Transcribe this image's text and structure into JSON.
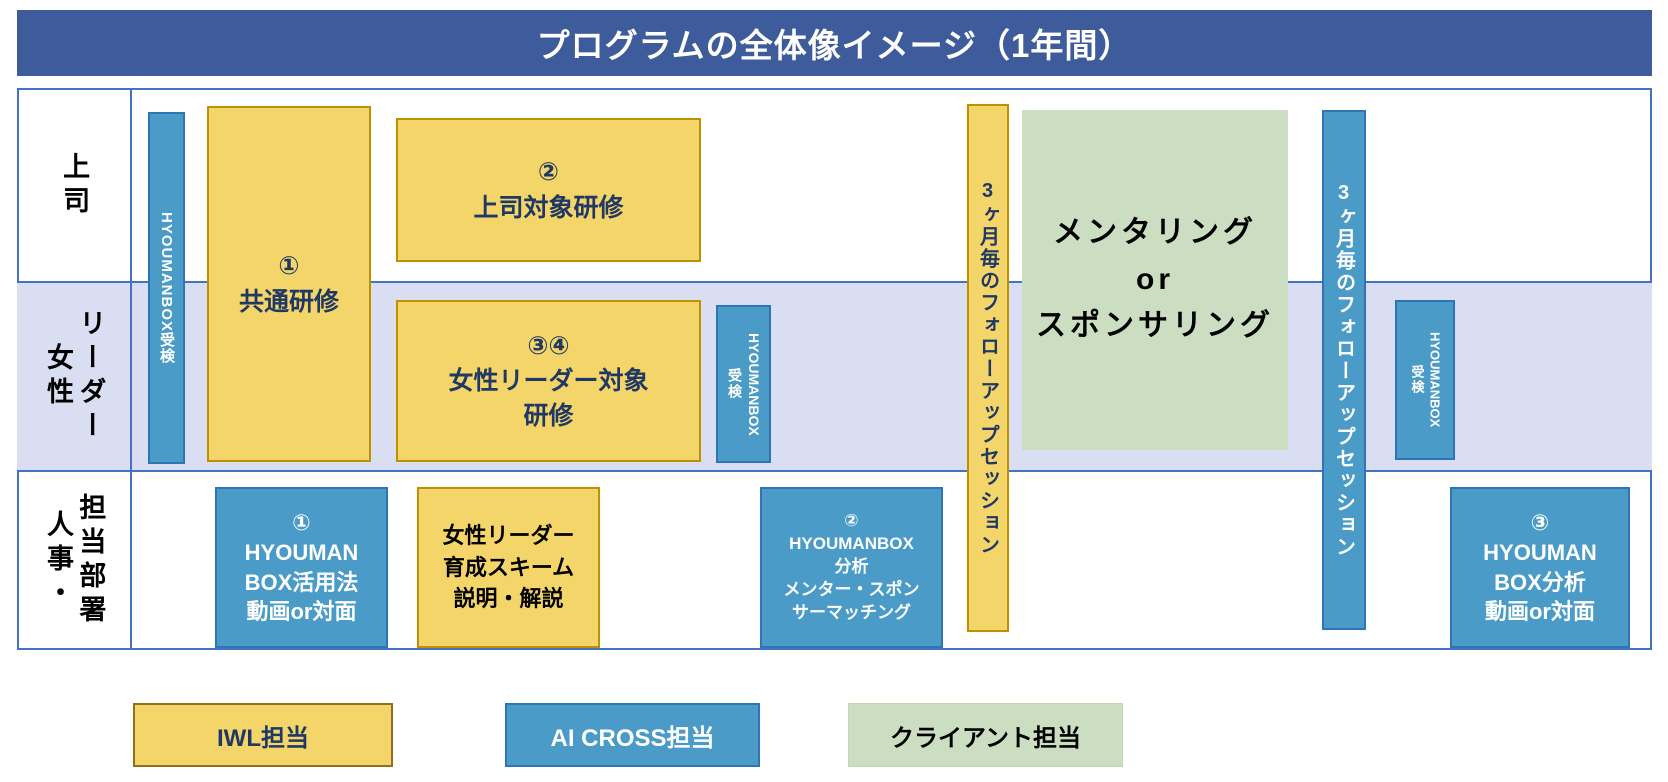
{
  "title": "プログラムの全体像イメージ（1年間）",
  "lanes": [
    {
      "name": "boss",
      "label": "上司",
      "parts": [
        "上司"
      ]
    },
    {
      "name": "female-leader",
      "label": "女性リーダー",
      "parts": [
        "女性",
        "リーダー"
      ]
    },
    {
      "name": "hr-department",
      "label": "人事・担当部署",
      "parts": [
        "人事・",
        "担当部署"
      ]
    }
  ],
  "boxes": {
    "kyotsu": {
      "text": "①\n共通研修",
      "owner": "IWL"
    },
    "joshi_kenshu": {
      "text": "②\n上司対象研修",
      "owner": "IWL"
    },
    "josei_kenshu": {
      "text": "③④\n女性リーダー対象\n研修",
      "owner": "IWL"
    },
    "mentoring": {
      "text": "メンタリング\nor\nスポンサリング",
      "owner": "クライアント"
    },
    "katsuyoho": {
      "text": "①\nHYOUMAN\nBOX活用法\n動画or対面",
      "owner": "AI CROSS"
    },
    "scheme": {
      "text": "女性リーダー\n育成スキーム\n説明・解説",
      "owner": "IWL"
    },
    "bunseki_matching": {
      "text": "②\nHYOUMANBOX\n分析\nメンター・スポン\nサーマッチング",
      "owner": "AI CROSS"
    },
    "bunseki": {
      "text": "③\nHYOUMAN\nBOX分析\n動画or対面",
      "owner": "AI CROSS"
    }
  },
  "bars": {
    "jukken1": {
      "text": "HYOUMANBOX受検"
    },
    "jukken2": {
      "latin": "HYOUMANBOX",
      "kanji": "受検"
    },
    "jukken3": {
      "latin": "HYOUMANBOX",
      "kanji": "受検"
    },
    "followup1": {
      "text": "3ヶ月毎のフォローアップセッション"
    },
    "followup2": {
      "text": "3ヶ月毎のフォローアップセッション"
    }
  },
  "legend": [
    {
      "label": "IWL担当",
      "color": "#f4d569"
    },
    {
      "label": "AI CROSS担当",
      "color": "#4a9bc7"
    },
    {
      "label": "クライアント担当",
      "color": "#cbdec1"
    }
  ],
  "colors": {
    "title_bg": "#3e5c9b",
    "frame_border": "#4472c4",
    "lane2_bg": "#dadef2",
    "yellow_fill": "#f4d569",
    "yellow_border": "#bf9000",
    "blue_fill": "#4a9bc7",
    "blue_border": "#2e75b6",
    "green_fill": "#cbdec1",
    "navy_text": "#1f3864"
  }
}
